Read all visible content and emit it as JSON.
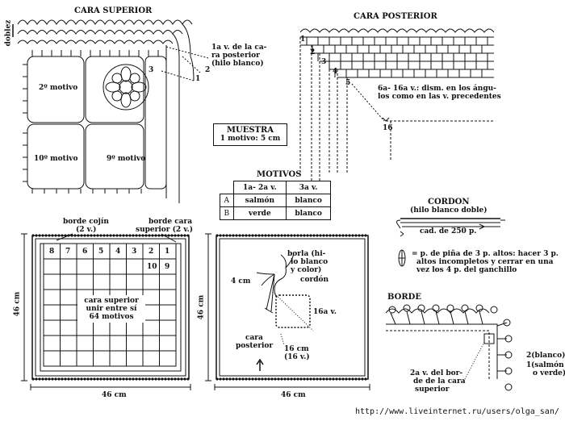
{
  "titles": {
    "cara_superior": "CARA SUPERIOR",
    "cara_posterior": "CARA POSTERIOR",
    "cordon": "CORDON",
    "borde": "BORDE",
    "motivos": "MOTIVOS"
  },
  "top_left": {
    "doblez": "doblez",
    "motif_2": "2º motivo",
    "motif_10": "10º motivo",
    "motif_9": "9º motivo",
    "num_3": "3",
    "num_2": "2",
    "num_1": "1",
    "note_1v_line1": "1a v. de la ca-",
    "note_1v_line2": "ra posterior",
    "note_1v_line3": "(hilo blanco)"
  },
  "top_right": {
    "rows": [
      "1",
      "2",
      "3",
      "4",
      "5"
    ],
    "num_16": "16",
    "note_line1": "6a- 16a v.: dism. en los ángu-",
    "note_line2": "los como en las v. precedentes"
  },
  "muestra": {
    "line1": "MUESTRA",
    "line2": "1 motivo: 5 cm"
  },
  "motivos_table": {
    "header": [
      "",
      "1a- 2a v.",
      "3a v."
    ],
    "rows": [
      [
        "A",
        "salmón",
        "blanco"
      ],
      [
        "B",
        "verde",
        "blanco"
      ]
    ]
  },
  "cordon": {
    "subtitle": "(hilo blanco doble)",
    "cad": "cad. de 250 p.",
    "legend_line1": "= p. de piña de 3 p. altos: hacer 3 p.",
    "legend_line2": "altos incompletos y cerrar en una",
    "legend_line3": "vez los 4 p. del ganchillo"
  },
  "cushion_front": {
    "borde_cojin_line1": "borde cojín",
    "borde_cojin_line2": "(2 v.)",
    "borde_cara_line1": "borde cara",
    "borde_cara_line2": "superior (2 v.)",
    "grid_row1": [
      "8",
      "7",
      "6",
      "5",
      "4",
      "3",
      "2",
      "1"
    ],
    "grid_row2": [
      "10",
      "9"
    ],
    "center_line1": "cara superior",
    "center_line2": "unir entre sí",
    "center_line3": "64 motivos",
    "side_dim": "46 cm",
    "bottom_dim": "46 cm"
  },
  "cushion_back": {
    "borla_line1": "borla (hi-",
    "borla_line2": "lo blanco",
    "borla_line3": "y color)",
    "cordon": "cordón",
    "dim_4cm": "4 cm",
    "v16": "16a v.",
    "cara_line1": "cara",
    "cara_line2": "posterior",
    "dim16_line1": "16 cm",
    "dim16_line2": "(16 v.)",
    "side_dim": "46 cm",
    "bottom_dim": "46 cm"
  },
  "borde": {
    "num_2": "2(blanco)",
    "num_1_line1": "1",
    "num_1_line2": "(salmón",
    "num_1_line3": "o verde)",
    "note_line1": "2a v. del bor-",
    "note_line2": "de de la cara",
    "note_line3": "superior"
  },
  "watermark": "http://www.liveinternet.ru/users/olga_san/"
}
